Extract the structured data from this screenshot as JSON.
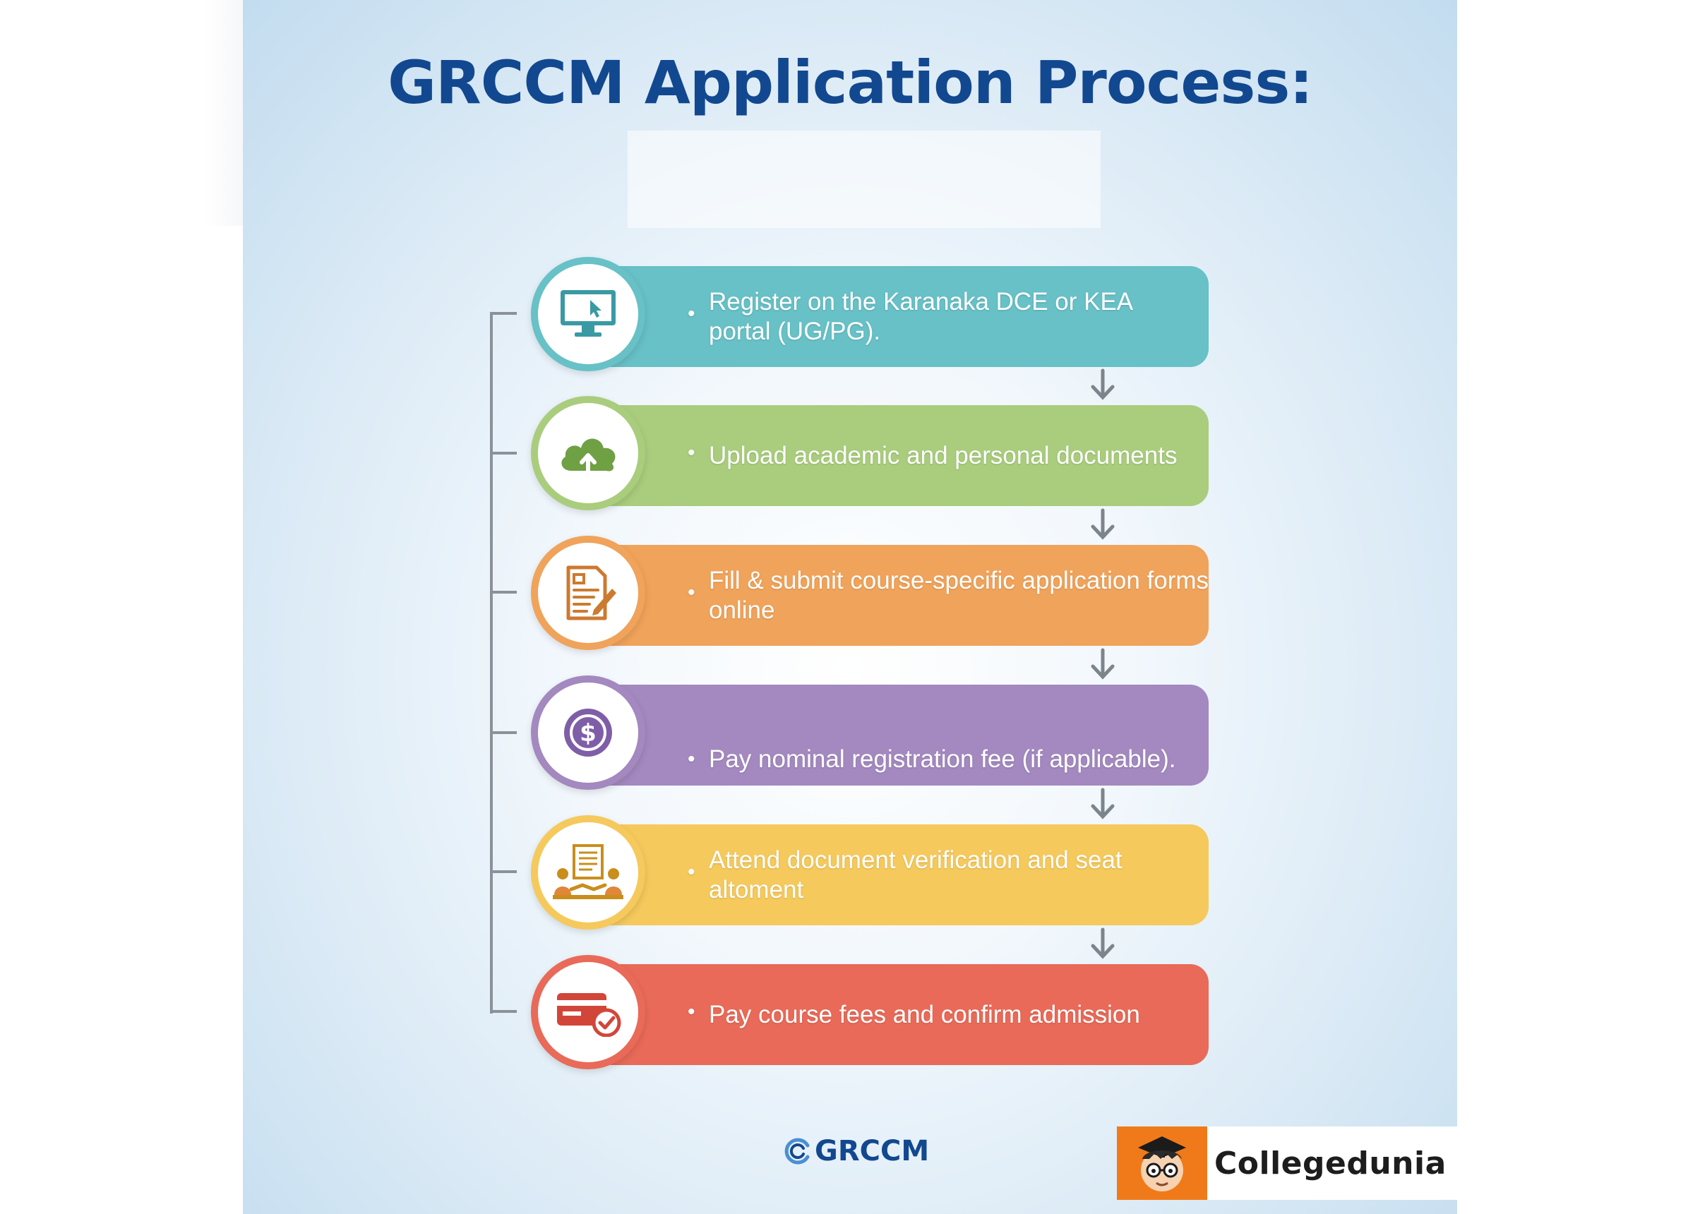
{
  "title": "GRCCM Application Process:",
  "steps": [
    {
      "text": "Register on the Karanaka DCE or KEA portal (UG/PG).",
      "icon": "computer-cursor-icon",
      "color": "#67c1c6"
    },
    {
      "text": "Upload academic and personal documents",
      "icon": "cloud-upload-icon",
      "color": "#a9cd7d"
    },
    {
      "text": "Fill & submit course-specific application forms online",
      "icon": "form-pencil-icon",
      "color": "#f0a35a"
    },
    {
      "text": "Pay nominal registration fee (if applicable).",
      "icon": "dollar-coin-icon",
      "color": "#a389bf"
    },
    {
      "text": "Attend document verification and seat altoment",
      "icon": "meeting-handshake-icon",
      "color": "#f5c95c"
    },
    {
      "text": "Pay course fees and confirm admission",
      "icon": "credit-card-check-icon",
      "color": "#e96a58"
    }
  ],
  "footer": {
    "brand": "GRCCM"
  },
  "watermark": {
    "name": "Collegedunia"
  }
}
